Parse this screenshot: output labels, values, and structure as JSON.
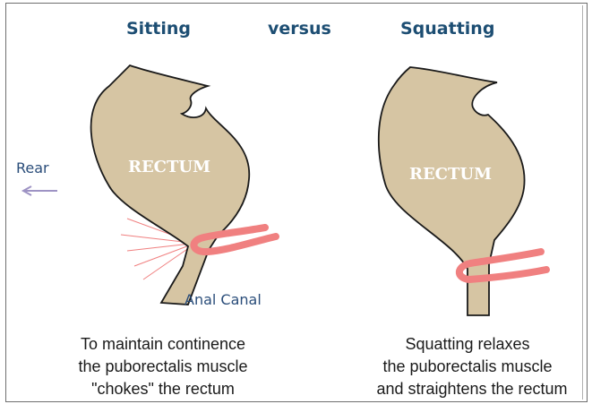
{
  "headings": {
    "left": "Sitting",
    "middle": "versus",
    "right": "Squatting"
  },
  "labels": {
    "rectum_left": "RECTUM",
    "rectum_right": "RECTUM",
    "rear": "Rear",
    "anal_canal": "Anal Canal"
  },
  "captions": {
    "left": [
      "To maintain continence",
      "the puborectalis muscle",
      "\"chokes\" the rectum"
    ],
    "right": [
      "Squatting relaxes",
      "the puborectalis muscle",
      "and straightens the rectum"
    ]
  },
  "colors": {
    "rectum_fill": "#d6c5a3",
    "outline": "#1a1a1a",
    "muscle": "#f08080",
    "heading": "#1d4e73",
    "arrow": "#9e93c4"
  }
}
